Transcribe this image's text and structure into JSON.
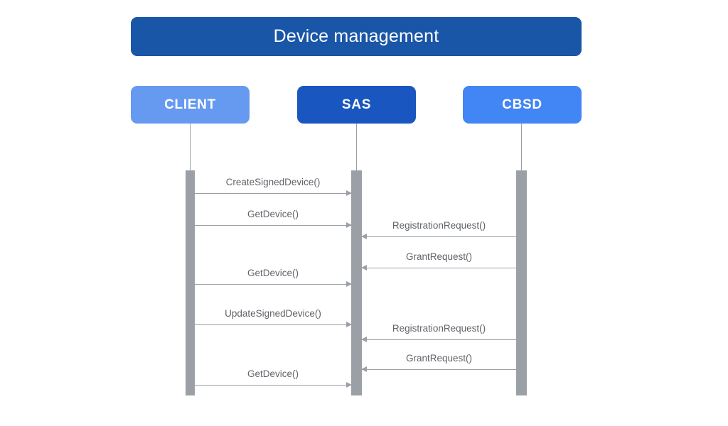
{
  "diagram": {
    "kind": "sequence-diagram",
    "title": "Device management",
    "colors": {
      "title_bar": "#1A56A8",
      "client_box": "#6699F0",
      "sas_box": "#1A56C0",
      "cbsd_box": "#4285F4",
      "lifeline": "#9AA0A6",
      "activation_bar": "#9AA0A6",
      "message_text": "#5F6368",
      "background": "#FFFFFF"
    },
    "participants": [
      {
        "id": "client",
        "label": "CLIENT",
        "color": "#6699F0"
      },
      {
        "id": "sas",
        "label": "SAS",
        "color": "#1A56C0"
      },
      {
        "id": "cbsd",
        "label": "CBSD",
        "color": "#4285F4"
      }
    ],
    "messages": [
      {
        "label": "CreateSignedDevice()",
        "from": "client",
        "to": "sas",
        "direction": "right"
      },
      {
        "label": "GetDevice()",
        "from": "client",
        "to": "sas",
        "direction": "right"
      },
      {
        "label": "RegistrationRequest()",
        "from": "cbsd",
        "to": "sas",
        "direction": "left"
      },
      {
        "label": "GrantRequest()",
        "from": "cbsd",
        "to": "sas",
        "direction": "left"
      },
      {
        "label": "GetDevice()",
        "from": "client",
        "to": "sas",
        "direction": "right"
      },
      {
        "label": "UpdateSignedDevice()",
        "from": "client",
        "to": "sas",
        "direction": "right"
      },
      {
        "label": "RegistrationRequest()",
        "from": "cbsd",
        "to": "sas",
        "direction": "left"
      },
      {
        "label": "GrantRequest()",
        "from": "cbsd",
        "to": "sas",
        "direction": "left"
      },
      {
        "label": "GetDevice()",
        "from": "client",
        "to": "sas",
        "direction": "right"
      }
    ]
  }
}
